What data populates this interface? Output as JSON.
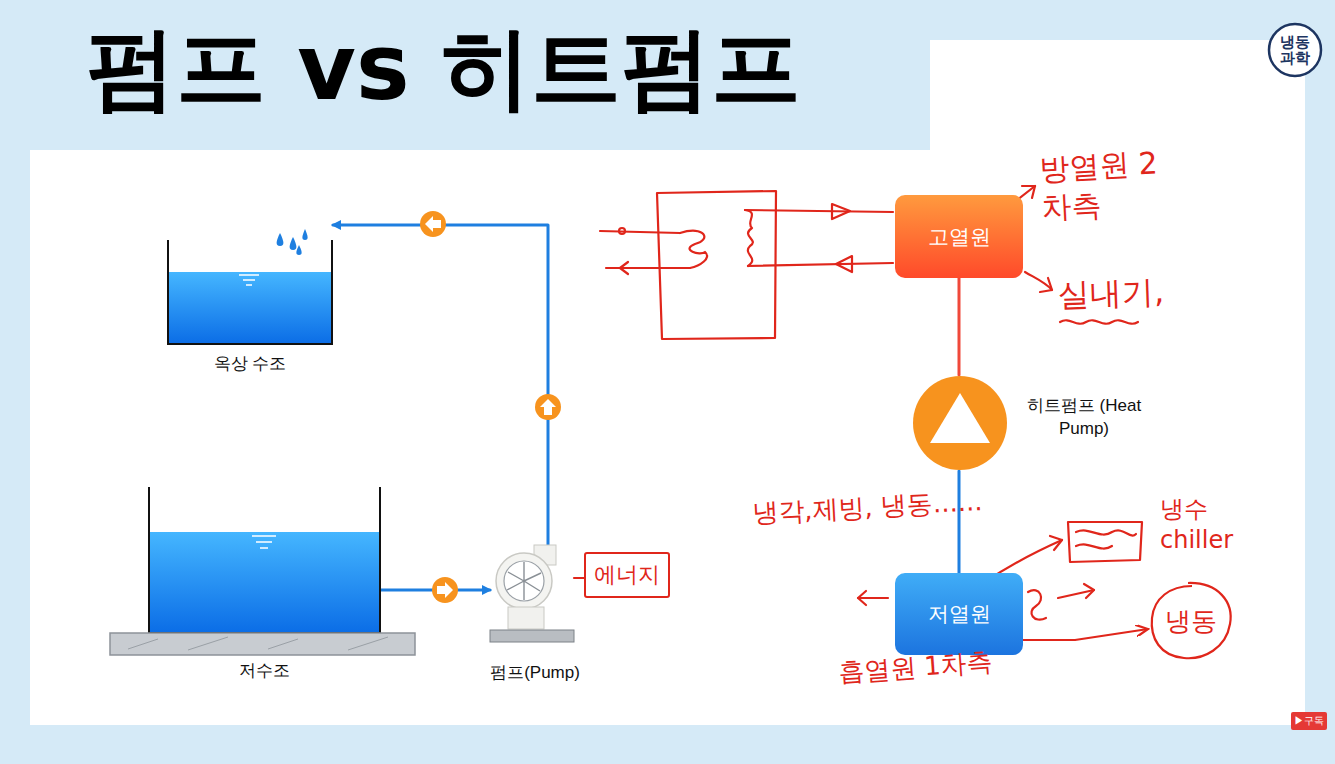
{
  "diagram": {
    "title": "펌프 vs 히트펌프",
    "nodes": [
      {
        "text": [
          "냉동 과학"
        ]
      },
      {
        "text": [
          "옥상 수조"
        ]
      },
      {
        "text": [
          "고열원"
        ]
      },
      {
        "text": [
          "히트펌프 (Heat Pump)"
        ]
      },
      {
        "text": [
          "저수조"
        ]
      },
      {
        "text": [
          "펌프(Pump)"
        ]
      },
      {
        "text": [
          "에너지"
        ]
      },
      {
        "text": [
          "저열원"
        ]
      },
      {
        "text": [
          "냉동"
        ]
      }
    ],
    "edges": [
      {
        "from": 4,
        "to": 5,
        "arrow": "to"
      },
      {
        "from": 5,
        "to": 1,
        "arrow": "to"
      },
      {
        "from": 2,
        "to": 3,
        "arrow": "none"
      },
      {
        "from": 3,
        "to": 7,
        "arrow": "none"
      },
      {
        "from": 5,
        "to": 6,
        "arrow": "none"
      },
      {
        "from": 7,
        "to": 8,
        "arrow": "to"
      }
    ],
    "labels": [
      "방열원 2차측",
      "실내기,",
      "냉각,제빙, 냉동......",
      "냉수 chiller",
      "흡열원 1차측",
      "▶구독"
    ]
  }
}
